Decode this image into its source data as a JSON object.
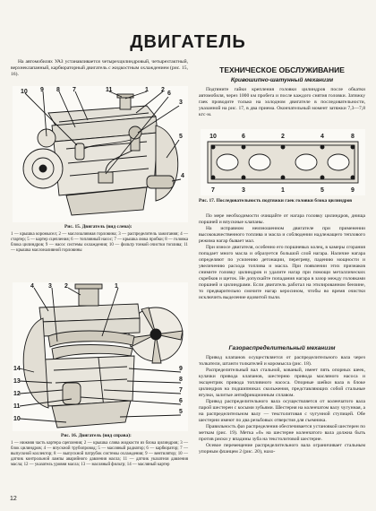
{
  "page": {
    "title": "ДВИГАТЕЛЬ",
    "page_number": "12"
  },
  "left": {
    "intro": "На автомобилях УАЗ устанавливается четырехцилиндровый, четырехтактный, верхнеклапанный, карбюраторный двигатель с жидкостным охлаждением (рис. 15, 16).",
    "fig15": {
      "caption": "Рис. 15. Двигатель (вид слева):",
      "legend": "1 — крышка коромысел; 2 — маслозаливная горловина; 3 — распределитель зажигания; 4 — стартер; 5 — картер сцепления; 6 — топливный насос; 7 — крышка люка пробки; 8 — головка блока цилиндров; 9 — насос системы охлаждения; 10 — фильтр тонкой очистки топлива; 11 — крышка маслоналивной горловины",
      "callouts": [
        "10",
        "9",
        "8",
        "7",
        "6",
        "5",
        "4",
        "3",
        "2",
        "1",
        "11"
      ]
    },
    "fig16": {
      "caption": "Рис. 16. Двигатель (вид справа):",
      "legend": "1 — нижняя часть картера сцепления; 2 — крышка слива жидкости из блока цилиндров; 3 — блок цилиндров; 4 — впускной трубопровод; 5 — масляный радиатор; 6 — карбюратор; 7 — выпускной коллектор; 8 — выпускной патрубок системы охлаждения; 9 — вентилятор; 10 — датчик контрольной лампы аварийного давления масла; 11 — датчик указателя давления масла; 12 — указатель уровня масла; 13 — масляный фильтр; 14 — масляный картер",
      "callouts": [
        "14",
        "13",
        "12",
        "11",
        "10",
        "9",
        "8",
        "7",
        "6",
        "5",
        "4",
        "3",
        "2",
        "1"
      ]
    }
  },
  "right": {
    "section": "ТЕХНИЧЕСКОЕ ОБСЛУЖИВАНИЕ",
    "sub1": "Кривошипно-шатунный механизм",
    "para1": "Подтяните гайки крепления головки цилиндров после обкатки автомобиля, через 1000 км пробега и после каждого снятия головки. Затяжку гаек проводите только на холодном двигателе в последовательности, указанной на рис. 17, в два приема. Окончательный момент затяжки 7,3—7,8 кгс·м.",
    "fig17": {
      "caption": "Рис. 17. Последовательность подтяжки гаек головки блока цилиндров",
      "top_numbers": [
        "10",
        "6",
        "2",
        "4",
        "8"
      ],
      "bottom_numbers": [
        "7",
        "3",
        "1",
        "5",
        "9"
      ]
    },
    "para2": "По мере необходимости очищайте от нагара головку цилиндров, днища поршней и впускные клапаны.",
    "para3": "На исправном неизношенном двигателе при применении высококачественного топлива и масла и соблюдении надлежащего теплового режима нагар бывает мал.",
    "para4": "При износе двигателя, особенно его поршневых колец, в камеры сгорания попадает много масла и образуется большой слой нагара. Наличие нагара определяют по усилению детонации, перегреву, падению мощности и увеличению расхода топлива и масла. При появлении этих признаков снимите головку цилиндров и удалите нагар при помощи металлических скребков и щеток. Не допускайте попадания нагара в зазор между головками поршней и цилиндрами. Если двигатель работал на этилированном бензине, то предварительно смочите нагар керосином, чтобы во время очистки исключить выделение ядовитой пыли.",
    "sub2": "Газораспределительный механизм",
    "para5": "Привод клапанов осуществляется от распределительного вала через толкатели, штанги толкателей и коромысла (рис. 18).",
    "para6": "Распределительный вал стальной, кованый, имеет пять опорных шеек, кулачки привода клапанов, шестерню привода масляного насоса и эксцентрик привода топливного насоса. Опорные шейки вала в блоке цилиндров на подшипниках скольжения, представляющих собой стальные втулки, залитые антифрикционным сплавом.",
    "para7": "Привод распределительного вала осуществляется от коленчатого вала парой шестерен с косыми зубьями. Шестерня на коленчатом валу чугунная, а на распределительном валу — текстолитовая с чугунной ступицей. Обе шестерни имеют по два резьбовых отверстия для съемника.",
    "para8": "Правильность фаз распределения обеспечивается установкой шестерен по меткам (рис. 19). Метка «0» на шестерне коленчатого вала должна быть против риски у впадины зуба на текстолитовой шестерне.",
    "para9": "Осевое перемещение распределительного вала ограничивает стальным упорным фланцем 2 (рис. 20), нахо-"
  }
}
